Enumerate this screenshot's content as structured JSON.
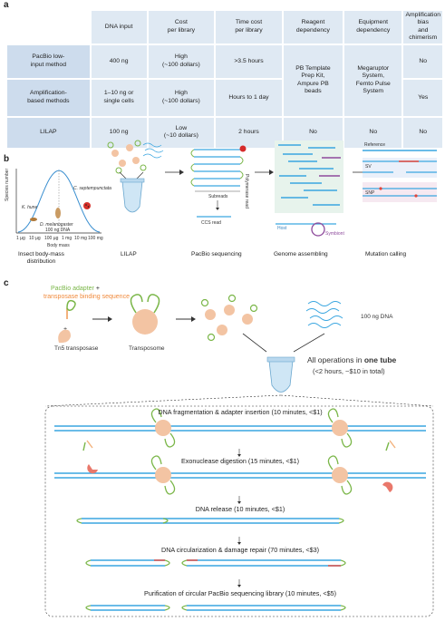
{
  "labels": {
    "a": "a",
    "b": "b",
    "c": "c"
  },
  "table": {
    "headers": [
      "DNA input",
      "Cost\nper library",
      "Time cost\nper library",
      "Reagent\ndependency",
      "Equipment\ndependency",
      "Amplification bias\nand chimerism"
    ],
    "rows": [
      {
        "method": "PacBio low-\ninput method",
        "cells": [
          "400 ng",
          "High\n(~100 dollars)",
          ">3.5 hours",
          "PB Template\nPrep Kit,\nAmpure PB\nbeads",
          "Megaruptor\nSystem,\nFemto Pulse\nSystem",
          "No"
        ]
      },
      {
        "method": "Amplification-\nbased methods",
        "cells": [
          "1–10 ng or\nsingle cells",
          "High\n(~100 dollars)",
          "Hours to 1 day",
          "",
          "",
          "Yes"
        ]
      },
      {
        "method": "LILAP",
        "cells": [
          "100 ng",
          "Low\n(~10 dollars)",
          "2 hours",
          "No",
          "No",
          "No"
        ]
      }
    ]
  },
  "panel_b": {
    "plot": {
      "ylabel": "Species number",
      "xlabel": "Body mass",
      "ticks": [
        "1 µg",
        "10 µg",
        "100 µg",
        "1 mg",
        "10 mg",
        "100 mg"
      ],
      "species": [
        "K. hune",
        "D. melanogaster",
        "C. septempunctata"
      ],
      "dna_note": "100 ng DNA"
    },
    "steps": [
      "Insect body-mass\ndistribution",
      "LILAP",
      "PacBio sequencing",
      "Genome assembling",
      "Mutation calling"
    ],
    "seq_labels": {
      "polymerase": "Polymerase read",
      "subreads": "Subreads",
      "ccs": "CCS read"
    },
    "asm_labels": {
      "host": "Host",
      "symbiont": "Symbiont"
    },
    "mut_labels": {
      "reference": "Reference",
      "sv": "SV",
      "snp": "SNP"
    }
  },
  "panel_c": {
    "adapter_text": "PacBio adapter",
    "plus": "+",
    "binding_text": "transposase binding sequence",
    "tn5": "Tn5 transposase",
    "transposome": "Transposome",
    "dna_amount": "100 ng DNA",
    "tube_line1_pre": "All operations in ",
    "tube_line1_bold": "one tube",
    "tube_line2": "(<2 hours, ~$10 in total)",
    "steps": [
      "DNA fragmentation & adapter insertion (10 minutes, <$1)",
      "Exonuclease digestion (15 minutes, <$1)",
      "DNA release (10 minutes, <$1)",
      "DNA circularization & damage repair (70 minutes, <$3)",
      "Purification of circular PacBio sequencing library (10 minutes, <$5)"
    ]
  },
  "colors": {
    "table_cell": "#dfe9f3",
    "dna_blue": "#3aa6e0",
    "adapter_green": "#7ab648",
    "transposase_orange": "#f3b27d",
    "red": "#e0463c",
    "purple": "#8e4b9c"
  }
}
